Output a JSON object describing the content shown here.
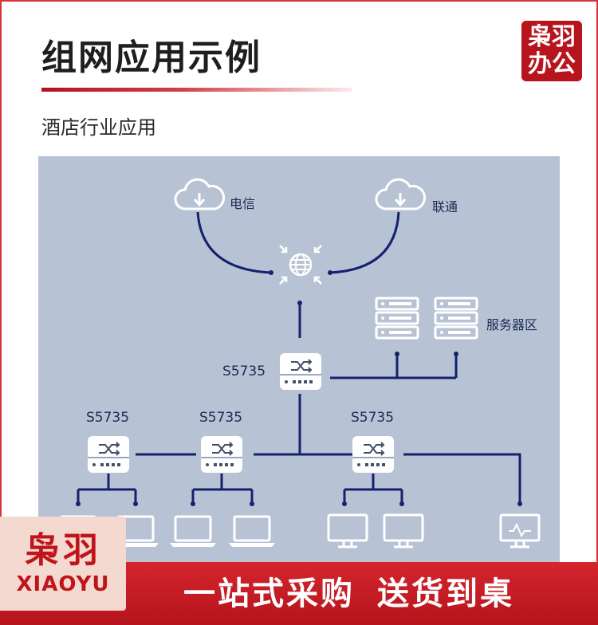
{
  "page": {
    "title": "组网应用示例",
    "subtitle": "酒店行业应用"
  },
  "seal": {
    "line1": "枭羽",
    "line2": "办公"
  },
  "diagram": {
    "isp1": "电信",
    "isp2": "联通",
    "server_zone": "服务器区",
    "core_switch": "S5735",
    "access_switch_1": "S5735",
    "access_switch_2": "S5735",
    "access_switch_3": "S5735"
  },
  "logo": {
    "cn": "枭羽",
    "en": "XIAOYU"
  },
  "banner": {
    "left": "一站式采购",
    "right": "送货到桌"
  },
  "colors": {
    "accent": "#c0141c",
    "diagram_bg": "#b7c3d4",
    "line": "#15216b",
    "device": "#ffffff"
  }
}
